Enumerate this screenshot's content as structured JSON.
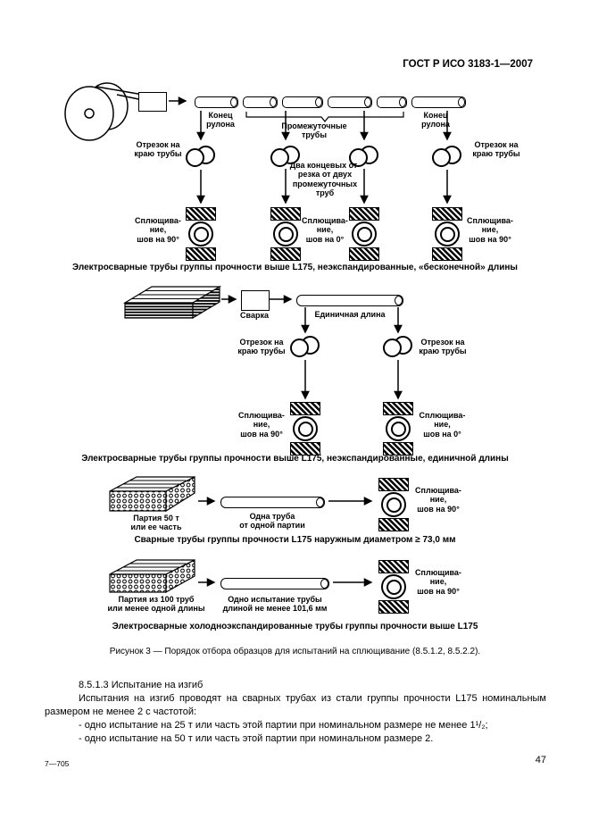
{
  "header": {
    "standard": "ГОСТ Р ИСО 3183-1—2007"
  },
  "figure3": {
    "d1": {
      "coil_end": "Конец\nрулона",
      "intermediate_pipes": "Промежуточные\nтрубы",
      "edge_cut": "Отрезок на\nкраю трубы",
      "two_end_cuts": "Два концевых от-\nрезка от двух\nпромежуточных\nтруб",
      "flatten_90": "Сплющива-\nние,\nшов на 90°",
      "flatten_0": "Сплющива-\nние,\nшов на 0°",
      "caption": "Электросварные трубы группы прочности выше L175, неэкспандированные, «бесконечной» длины"
    },
    "d2": {
      "weld": "Сварка",
      "unit_length": "Единичная длина",
      "edge_cut": "Отрезок на\nкраю трубы",
      "flatten_90": "Сплющива-\nние,\nшов на 90°",
      "flatten_0": "Сплющива-\nние,\nшов на 0°",
      "caption": "Электросварные трубы группы прочности выше L175, неэкспандированные, единичной длины"
    },
    "d3": {
      "batch": "Партия 50 т\nили ее часть",
      "one_pipe": "Одна труба\nот одной партии",
      "flatten_90": "Сплющива-\nние,\nшов на 90°",
      "caption": "Сварные трубы группы прочности L175 наружным диаметром ≥ 73,0 мм"
    },
    "d4": {
      "batch": "Партия из 100 труб\nили менее одной длины",
      "one_test": "Одно испытание трубы\nдлиной не менее 101,6 мм",
      "flatten_90": "Сплющива-\nние,\nшов на 90°",
      "caption": "Электросварные холодноэкспандированные трубы группы прочности выше L175"
    },
    "caption": "Рисунок 3 — Порядок отбора образцов для испытаний на сплющивание (8.5.1.2, 8.5.2.2)."
  },
  "body": {
    "heading": "8.5.1.3 Испытание на изгиб",
    "paragraph": "Испытания на изгиб проводят на сварных трубах из стали группы прочности L175 номинальным размером не менее 2 с частотой:",
    "item1": "- одно испытание на 25 т или часть этой партии при номинальном размере не менее 1¹/₂;",
    "item2": "- одно испытание на 50 т или часть этой партии при номинальном размере 2."
  },
  "footer": {
    "left": "7—705",
    "page": "47"
  }
}
